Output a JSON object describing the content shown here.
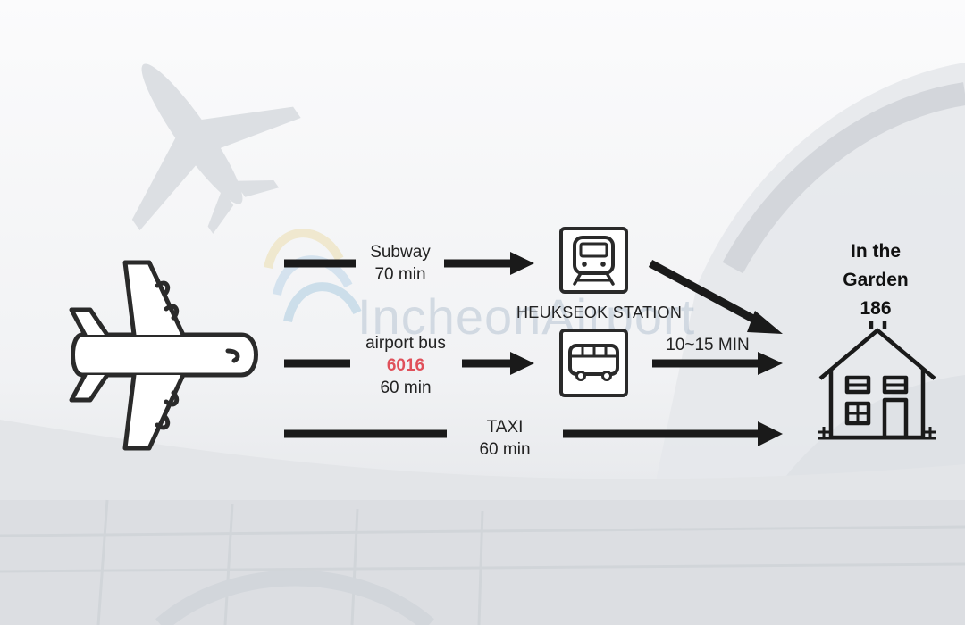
{
  "routes": {
    "subway": {
      "mode": "Subway",
      "time": "70 min"
    },
    "bus": {
      "mode": "airport bus",
      "number": "6016",
      "time": "60 min"
    },
    "taxi": {
      "mode": "TAXI",
      "time": "60 min"
    }
  },
  "station": {
    "name": "HEUKSEOK STATION"
  },
  "transfer": {
    "time": "10~15 MIN"
  },
  "destination": {
    "line1": "In the",
    "line2": "Garden",
    "line3": "186"
  },
  "watermark": {
    "text": "IncheonAirport"
  },
  "colors": {
    "accent": "#e0505a",
    "arrow": "#1a1a1a",
    "icon": "#2a2a2a"
  },
  "icons": {
    "origin": "airplane-icon",
    "subway": "train-icon",
    "bus": "bus-icon",
    "destination": "house-icon"
  }
}
